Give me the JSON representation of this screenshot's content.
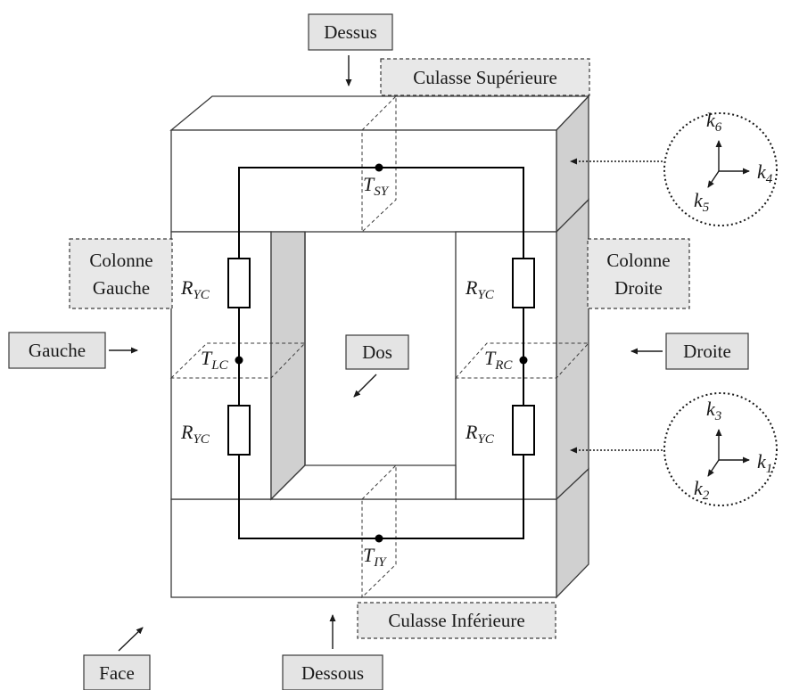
{
  "views": {
    "top": "Dessus",
    "bottom": "Dessous",
    "left": "Gauche",
    "right": "Droite",
    "back": "Dos",
    "front": "Face"
  },
  "regions": {
    "upper_yoke": "Culasse Supérieure",
    "lower_yoke": "Culasse Inférieure",
    "left_column": [
      "Colonne",
      "Gauche"
    ],
    "right_column": [
      "Colonne",
      "Droite"
    ]
  },
  "thermal": {
    "resistance": {
      "symbol": "R",
      "sub": "YC"
    },
    "nodes": {
      "upper": {
        "symbol": "T",
        "sub": "SY"
      },
      "left": {
        "symbol": "T",
        "sub": "LC"
      },
      "right": {
        "symbol": "T",
        "sub": "RC"
      },
      "lower": {
        "symbol": "T",
        "sub": "IY"
      }
    }
  },
  "conductivity_axes": {
    "yoke": {
      "up": "6",
      "right": "4",
      "diag": "5"
    },
    "column": {
      "up": "3",
      "right": "1",
      "diag": "2"
    },
    "symbol": "k"
  },
  "colors": {
    "shaded_face": "#d0d0d0",
    "label_box": "#e4e4e4"
  }
}
